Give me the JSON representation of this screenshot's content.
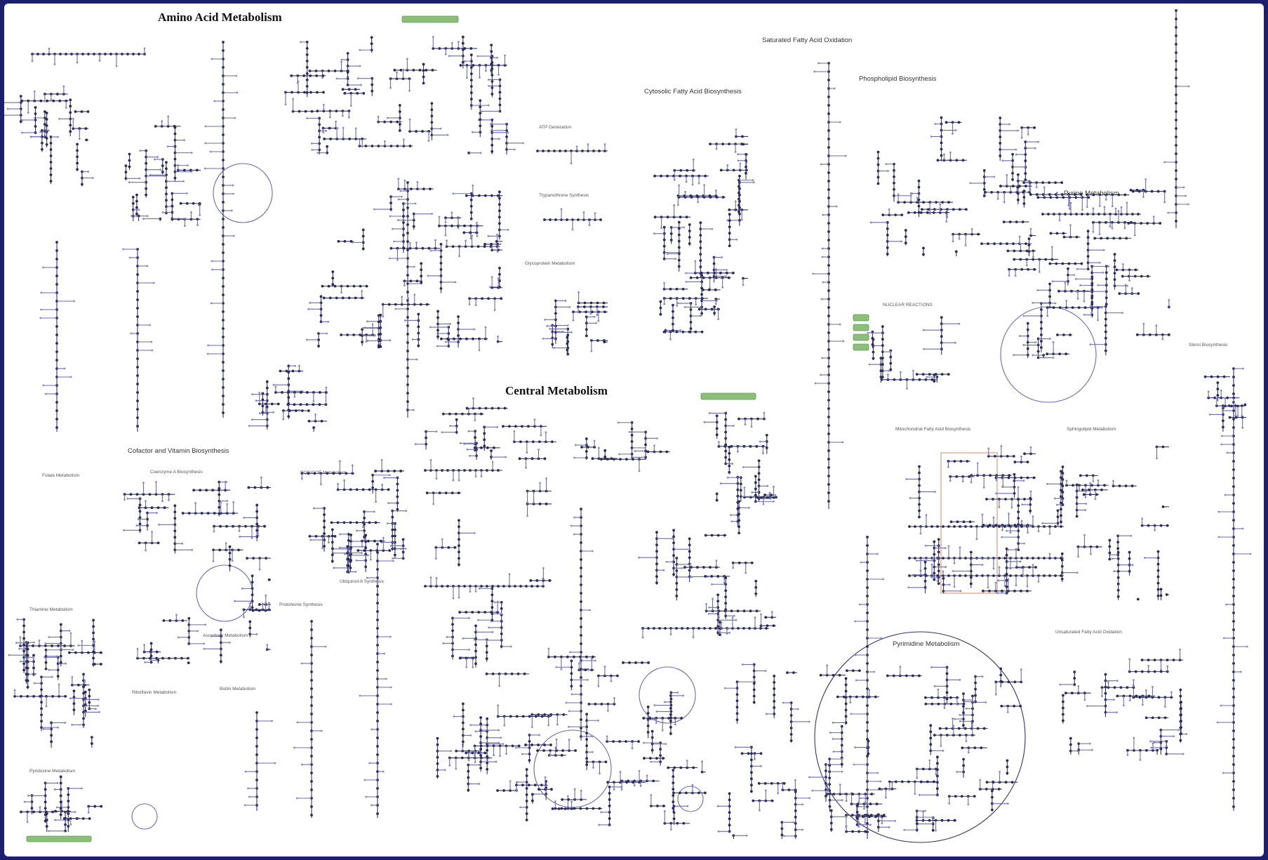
{
  "diagram": {
    "frame_color": "#1b1f6e",
    "background_color": "#ffffff",
    "path_color": "#6a6ab8",
    "node_color": "#2b2b5a",
    "chip_color": "#8bbf7a",
    "headings": {
      "amino_acid": "Amino Acid Metabolism",
      "central": "Central Metabolism"
    },
    "sections": {
      "saturated_fa_oxidation": "Saturated Fatty Acid Oxidation",
      "phospholipid_biosynthesis": "Phospholipid Biosynthesis",
      "cytosolic_fa_biosynthesis": "Cytosolic Fatty Acid Biosynthesis",
      "atp_generation": "ATP Generation",
      "trypanothione_synthesis": "Trypanothione Synthesis",
      "glycoprotein_metabolism": "Glycoprotein Metabolism",
      "purine_metabolism": "Purine Metabolism",
      "sterol_biosynthesis": "Sterol Biosynthesis",
      "cofactor_vitamin": "Cofactor and Vitamin Biosynthesis",
      "folate_metabolism": "Folate Metabolism",
      "coenzyme_a": "Coenzyme A Biosynthesis",
      "thiamine_metabolism": "Thiamine Metabolism",
      "riboflavin_metabolism": "Riboflavin Metabolism",
      "biotin_metabolism": "Biotin Metabolism",
      "pyridoxine_metabolism": "Pyridoxine Metabolism",
      "ubiquinol_synthesis": "Ubiquinol-8 Synthesis",
      "protoheme_synthesis": "Protoheme Synthesis",
      "mito_fa_biosynthesis": "Mitochondrial Fatty Acid Biosynthesis",
      "sphingolipid_metabolism": "Sphingolipid Metabolism",
      "pyrimidine_metabolism": "Pyrimidine Metabolism",
      "unsaturated_fa_oxidation": "Unsaturated Fatty Acid Oxidation",
      "nucleotide_reactions": "NUCLEAR REACTIONS",
      "pqq_metabolism": "PQQ/COE Metabolism",
      "ascorbate_metabolism": "Ascorbate Metabolism"
    }
  }
}
